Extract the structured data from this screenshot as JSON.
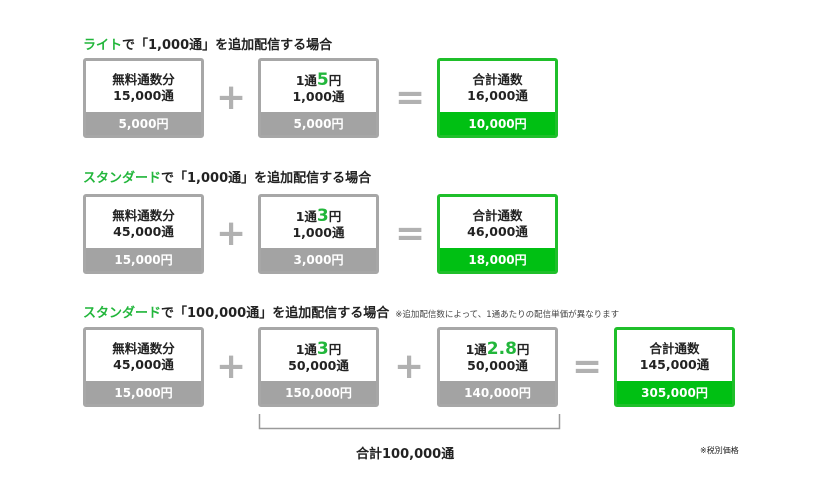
{
  "sections": [
    {
      "plan": "ライト",
      "rest": "で「1,000通」を追加配信する場合",
      "note": "",
      "free_box": {
        "label": "無料通数分",
        "count": "15,000通",
        "price": "5,000円"
      },
      "extra_boxes": [
        {
          "pre": "1通",
          "rate": "5",
          "post": "円",
          "count": "1,000通",
          "price": "5,000円"
        }
      ],
      "total_box": {
        "label": "合計通数",
        "count": "16,000通",
        "price": "10,000円"
      }
    },
    {
      "plan": "スタンダード",
      "rest": "で「1,000通」を追加配信する場合",
      "note": "",
      "free_box": {
        "label": "無料通数分",
        "count": "45,000通",
        "price": "15,000円"
      },
      "extra_boxes": [
        {
          "pre": "1通",
          "rate": "3",
          "post": "円",
          "count": "1,000通",
          "price": "3,000円"
        }
      ],
      "total_box": {
        "label": "合計通数",
        "count": "46,000通",
        "price": "18,000円"
      }
    },
    {
      "plan": "スタンダード",
      "rest": "で「100,000通」を追加配信する場合",
      "note": "※追加配信数によって、1通あたりの配信単価が異なります",
      "free_box": {
        "label": "無料通数分",
        "count": "45,000通",
        "price": "15,000円"
      },
      "extra_boxes": [
        {
          "pre": "1通",
          "rate": "3",
          "post": "円",
          "count": "50,000通",
          "price": "150,000円"
        },
        {
          "pre": "1通",
          "rate": "2.8",
          "post": "円",
          "count": "50,000通",
          "price": "140,000円"
        }
      ],
      "total_box": {
        "label": "合計通数",
        "count": "145,000通",
        "price": "305,000円"
      }
    }
  ],
  "operators": {
    "plus": "+",
    "equals": "="
  },
  "bracket_total": "合計100,000通",
  "tax_note": "※税別価格",
  "colors": {
    "accent_green": "#22b63b",
    "total_fill": "#00c013",
    "box_border": "#a7a7a7",
    "price_fill": "#a3a3a3",
    "operator": "#b1b1b1"
  }
}
